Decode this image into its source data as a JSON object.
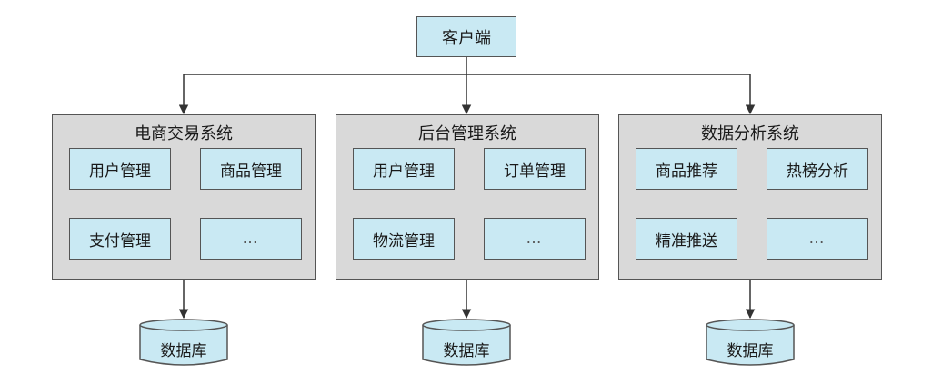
{
  "client": {
    "label": "客户端"
  },
  "systems": [
    {
      "title": "电商交易系统",
      "modules": [
        "用户管理",
        "商品管理",
        "支付管理",
        "…"
      ],
      "database": "数据库"
    },
    {
      "title": "后台管理系统",
      "modules": [
        "用户管理",
        "订单管理",
        "物流管理",
        "…"
      ],
      "database": "数据库"
    },
    {
      "title": "数据分析系统",
      "modules": [
        "商品推荐",
        "热榜分析",
        "精准推送",
        "…"
      ],
      "database": "数据库"
    }
  ],
  "colors": {
    "module_fill": "#c9e9f3",
    "system_fill": "#d9d9d9",
    "stroke": "#555555"
  }
}
